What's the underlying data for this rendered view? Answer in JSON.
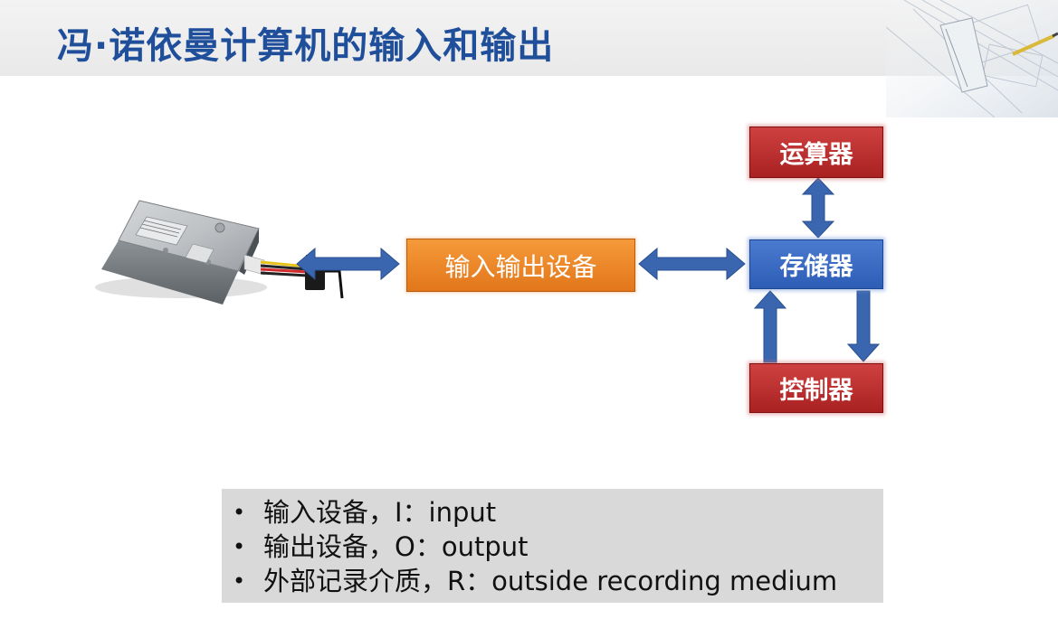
{
  "title": "冯·诺依曼计算机的输入和输出",
  "diagram": {
    "alu_label": "运算器",
    "memory_label": "存储器",
    "control_label": "控制器",
    "io_label": "输入输出设备"
  },
  "notes": [
    "输入设备，I：input",
    "输出设备，O：output",
    "外部记录介质，R：outside recording medium"
  ],
  "colors": {
    "title": "#1f4e9a",
    "arrow_blue": "#3a66b0",
    "red_box": "#b52a2a",
    "blue_box": "#3a6cc4",
    "orange_box": "#ee8a2c",
    "notes_bg": "#d9d9d9"
  },
  "icons": [
    "hard-disk-drive-icon",
    "double-arrow-icon",
    "corner-drafting-tools-icon"
  ]
}
